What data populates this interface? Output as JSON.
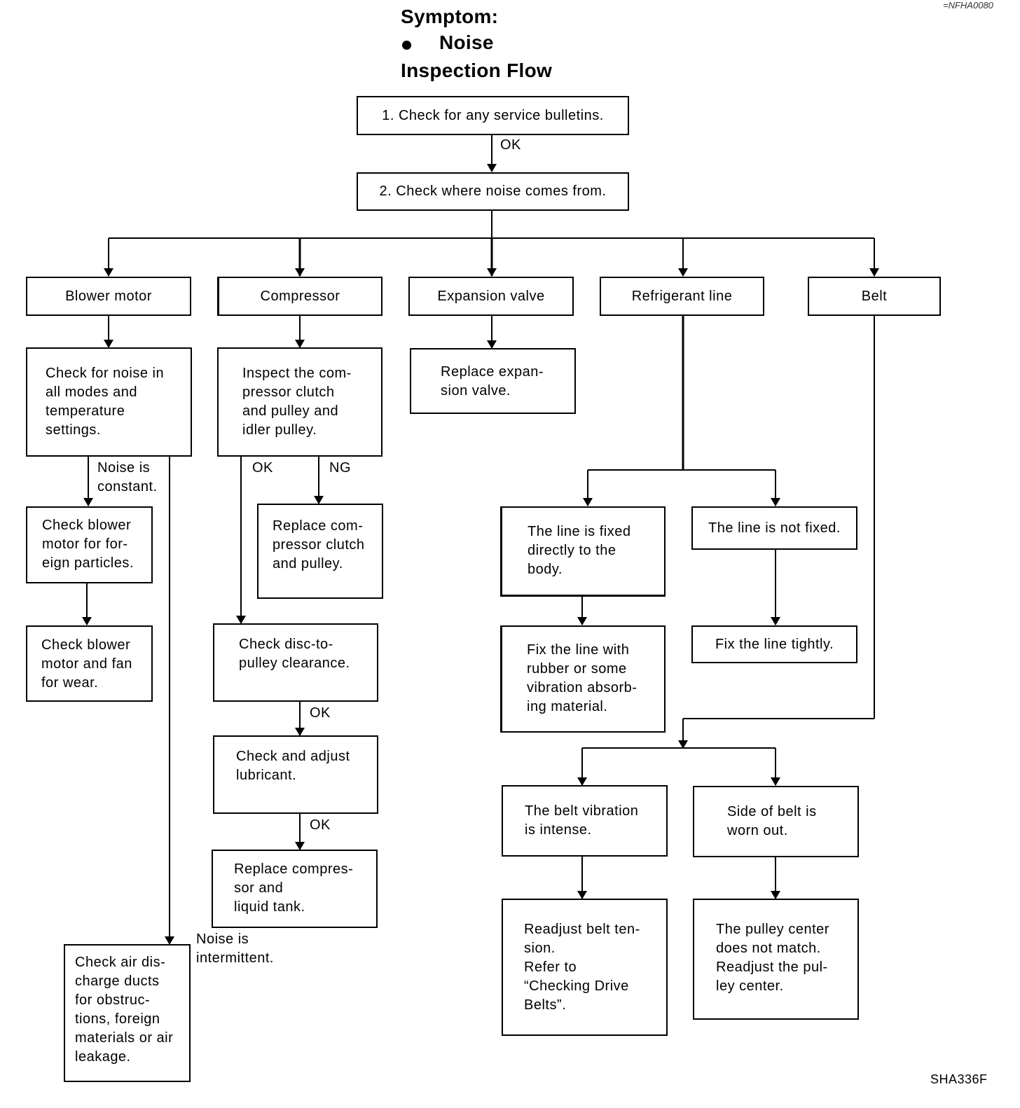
{
  "doc_ref": "=NFHA0080",
  "header": {
    "symptom_label": "Symptom:",
    "symptom": "Noise",
    "flow_title": "Inspection Flow"
  },
  "figure_id": "SHA336F",
  "steps": {
    "s1": "1. Check for any service bulletins.",
    "s2": "2. Check where noise comes from."
  },
  "categories": {
    "blower": "Blower motor",
    "compressor": "Compressor",
    "expansion": "Expansion valve",
    "refrigerant": "Refrigerant line",
    "belt": "Belt"
  },
  "blower": {
    "check_modes": "Check for noise in\nall modes and\ntemperature\nsettings.",
    "check_particles": "Check blower\nmotor for for-\neign particles.",
    "check_wear": "Check blower\nmotor and fan\nfor wear.",
    "check_ducts": "Check air dis-\ncharge ducts\nfor obstruc-\ntions, foreign\nmaterials or air\nleakage."
  },
  "compressor": {
    "inspect": "Inspect the com-\npressor clutch\nand pulley and\nidler pulley.",
    "replace_clutch": "Replace com-\npressor clutch\nand pulley.",
    "check_clearance": "Check disc-to-\npulley clearance.",
    "check_lubricant": "Check and adjust\nlubricant.",
    "replace_compressor": "Replace compres-\nsor and\nliquid tank."
  },
  "expansion": {
    "replace": "Replace expan-\nsion valve."
  },
  "refrigerant": {
    "fixed": "The line is fixed\ndirectly to the\nbody.",
    "not_fixed": "The line is not fixed.",
    "fix_rubber": "Fix the line with\nrubber or some\nvibration absorb-\ning material.",
    "fix_tightly": "Fix the line tightly."
  },
  "belt": {
    "vibration": "The belt vibration\nis intense.",
    "worn": "Side of belt is\nworn out.",
    "readjust_tension": "Readjust belt ten-\nsion.\nRefer to\n“Checking Drive\nBelts”.",
    "pulley_center": "The pulley center\ndoes not match.\nReadjust the pul-\nley center."
  },
  "labels": {
    "ok": "OK",
    "ng": "NG",
    "noise_constant": "Noise is\nconstant.",
    "noise_intermittent": "Noise is\nintermittent."
  }
}
